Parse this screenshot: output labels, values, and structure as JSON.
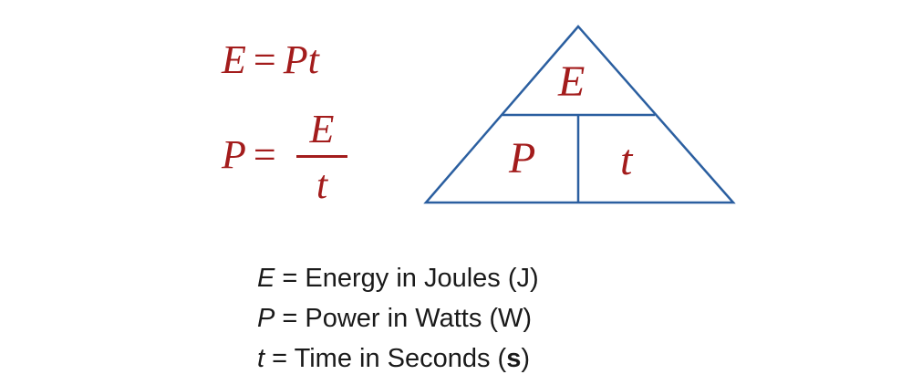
{
  "formulas": {
    "energy": {
      "lhs": "E",
      "eq": "=",
      "rhs": "Pt"
    },
    "power": {
      "lhs": "P",
      "eq": "=",
      "numerator": "E",
      "denominator": "t"
    }
  },
  "triangle": {
    "top": "E",
    "bottom_left": "P",
    "bottom_right": "t",
    "stroke_color": "#2b5fa0"
  },
  "definitions": [
    {
      "symbol": "E",
      "text": " = Energy in Joules (",
      "unit": "J",
      "close": ")"
    },
    {
      "symbol": "P",
      "text": " = Power in Watts (",
      "unit": "W",
      "close": ")"
    },
    {
      "symbol": "t",
      "text": " = Time in Seconds (",
      "unit": "s",
      "close": ")"
    }
  ],
  "colors": {
    "formula": "#a31c1c",
    "text": "#1a1a1a"
  }
}
